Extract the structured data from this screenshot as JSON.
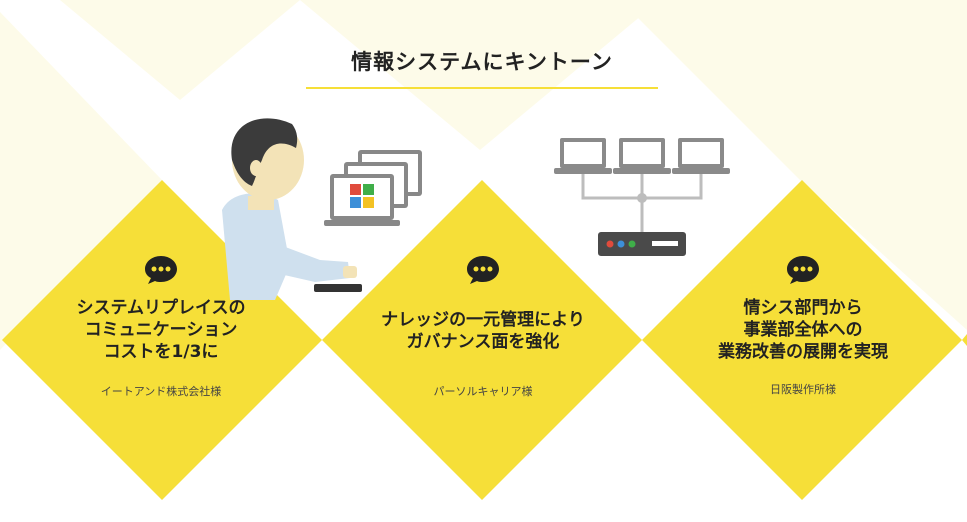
{
  "title": "情報システムにキントーン",
  "colors": {
    "yellow": "#f6df38",
    "pale_yellow": "#fdfbe9",
    "text": "#222222"
  },
  "cards": [
    {
      "icon": "chat-bubble-icon",
      "headline_lines": [
        "システムリプレイスの",
        "コミュニケーション",
        "コストを1/3に"
      ],
      "company": "イートアンド株式会社様"
    },
    {
      "icon": "chat-bubble-icon",
      "headline_lines": [
        "ナレッジの一元管理により",
        "ガバナンス面を強化"
      ],
      "company": "パーソルキャリア様"
    },
    {
      "icon": "chat-bubble-icon",
      "headline_lines": [
        "情シス部門から",
        "事業部全体への",
        "業務改善の展開を実現"
      ],
      "company": "日阪製作所様"
    }
  ]
}
